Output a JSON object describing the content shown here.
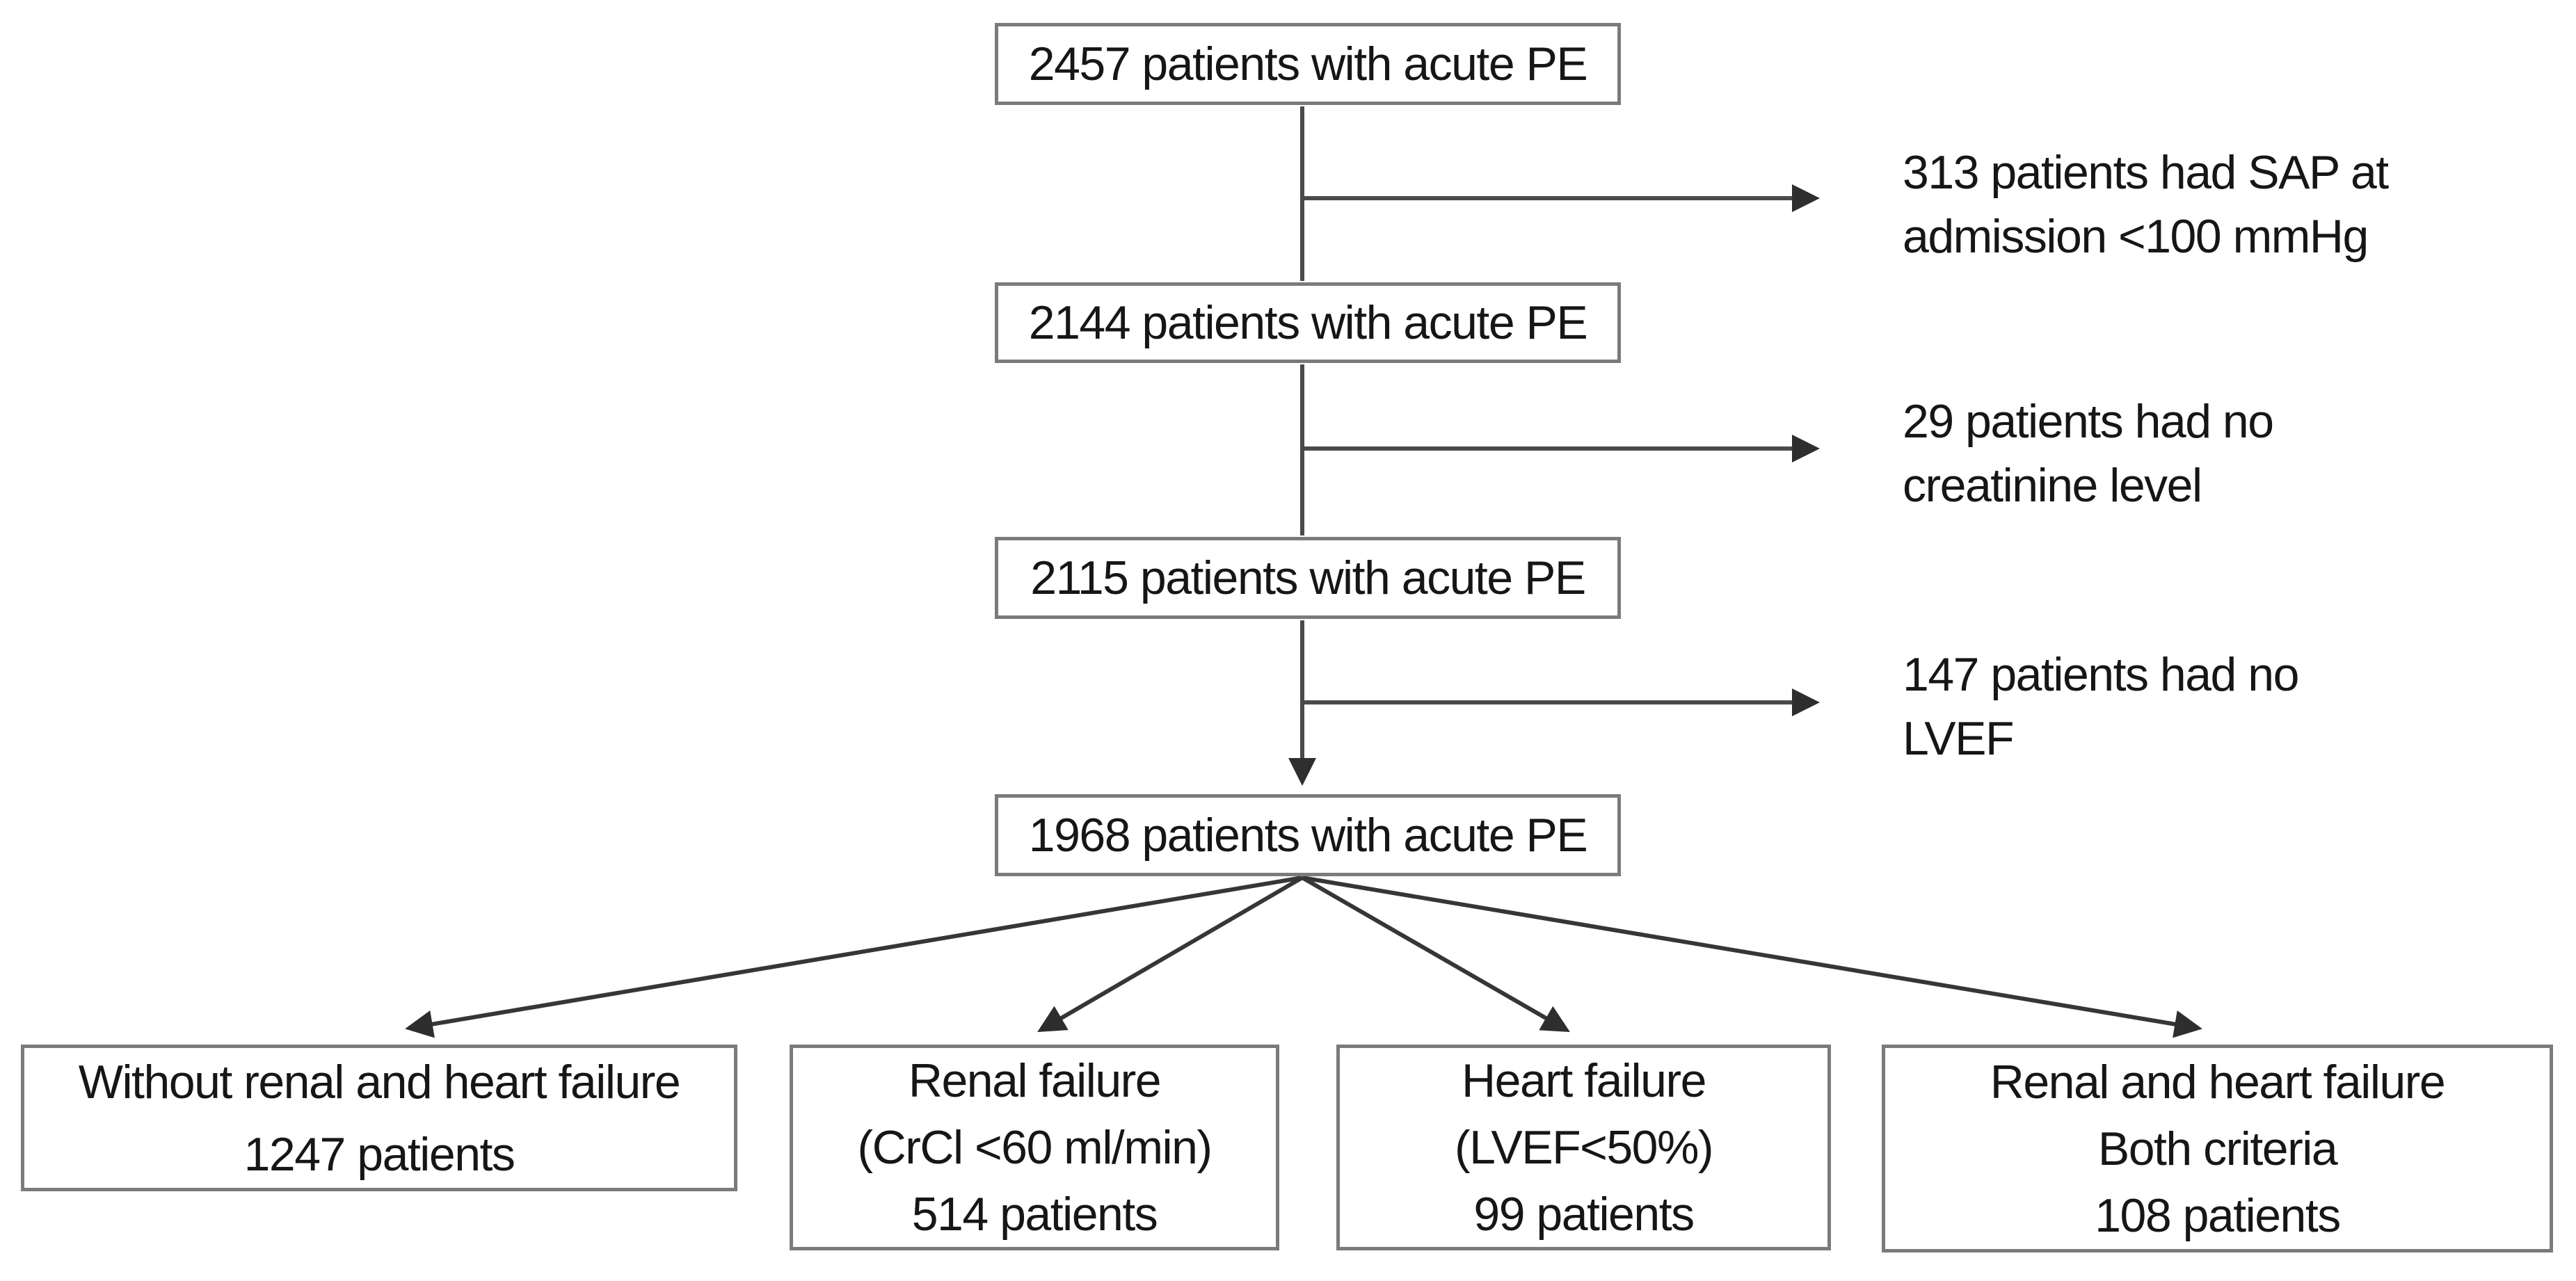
{
  "diagram": {
    "kind": "patient-flow-chart",
    "background_color": "#ffffff",
    "colors": {
      "box_border": "#7b7b7b",
      "connector_line": "#3f3f3f",
      "text": "#161616"
    },
    "main_nodes": [
      {
        "label": "2457 patients with acute PE"
      },
      {
        "label": "2144 patients with acute PE"
      },
      {
        "label": "2115 patients with acute PE"
      },
      {
        "label": "1968 patients with acute PE"
      }
    ],
    "exclusions": [
      {
        "line1": "313 patients had SAP at",
        "line2": "admission <100 mmHg"
      },
      {
        "line1": "29 patients had no",
        "line2": "creatinine level"
      },
      {
        "line1": "147 patients had no",
        "line2": "LVEF"
      }
    ],
    "outcomes": [
      {
        "lines": [
          "Without renal and heart failure",
          "1247 patients",
          ""
        ]
      },
      {
        "lines": [
          "Renal failure",
          "(CrCl <60 ml/min)",
          "514 patients"
        ]
      },
      {
        "lines": [
          "Heart failure",
          "(LVEF<50%)",
          "99 patients"
        ]
      },
      {
        "lines": [
          "Renal and heart failure",
          "Both criteria",
          "108 patients"
        ]
      }
    ],
    "figures": {
      "cohort_counts": [
        2457,
        2144,
        2115,
        1968
      ],
      "excluded_counts": [
        313,
        29,
        147
      ],
      "outcome_counts": [
        1247,
        514,
        99,
        108
      ]
    }
  }
}
